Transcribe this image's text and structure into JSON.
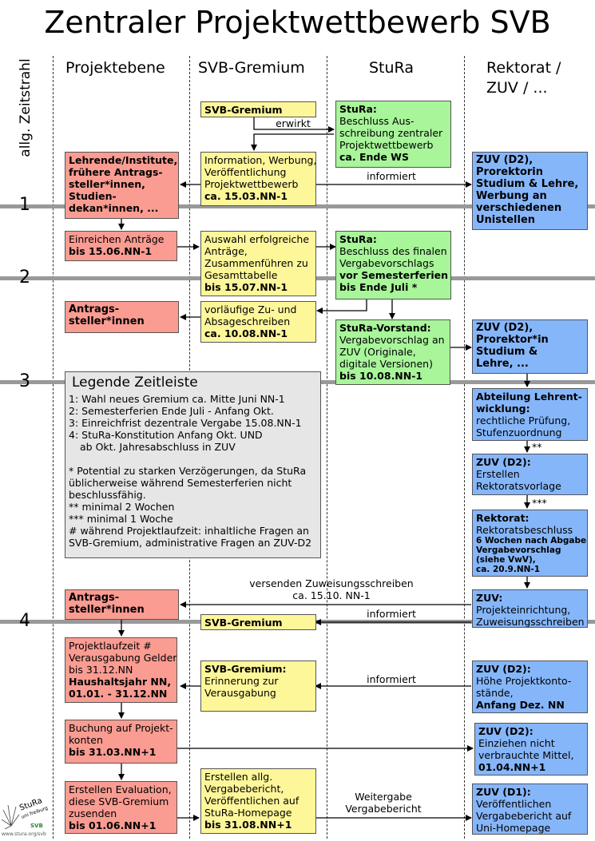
{
  "title": "Zentraler Projektwettbewerb SVB",
  "timeline_label": "allg. Zeitstrahl",
  "lanes": {
    "projekt": "Projektebene",
    "gremium": "SVB-Gremium",
    "stura": "StuRa",
    "rektorat": [
      "Rektorat /",
      "ZUV / ..."
    ]
  },
  "markers": [
    "1",
    "2",
    "3",
    "4"
  ],
  "boxes": {
    "y1": [
      "SVB-Gremium"
    ],
    "g1": [
      "StuRa:",
      "Beschluss Aus-",
      "schreibung zentraler",
      "Projektwettbewerb",
      "ca. Ende WS"
    ],
    "r1": [
      "Lehrende/Institute,",
      "frühere Antrags-",
      "steller*innen,",
      "Studien-",
      "dekan*innen, ..."
    ],
    "y2": [
      "Information, Werbung,",
      "Veröffentlichung",
      "Projektwettbewerb",
      "ca. 15.03.NN-1"
    ],
    "b1": [
      "ZUV (D2),",
      "Prorektorin",
      "Studium & Lehre,",
      "Werbung an",
      "verschiedenen",
      "Unistellen"
    ],
    "r2": [
      "Einreichen Anträge",
      "bis 15.06.NN-1"
    ],
    "y3": [
      "Auswahl erfolgreiche",
      "Anträge,",
      "Zusammenführen zu",
      "Gesamttabelle",
      "bis 15.07.NN-1"
    ],
    "g2": [
      "StuRa:",
      "Beschluss des finalen",
      "Vergabevorschlags",
      "vor Semesterferien",
      "bis Ende Juli *"
    ],
    "r3": [
      "Antrags-",
      "steller*innen"
    ],
    "y4": [
      "vorläufige Zu- und",
      "Absageschreiben",
      "ca. 10.08.NN-1"
    ],
    "g3": [
      "StuRa-Vorstand:",
      "Vergabevorschlag an",
      "ZUV (Originale,",
      "digitale Versionen)",
      "bis 10.08.NN-1"
    ],
    "b2": [
      "ZUV (D2),",
      "Prorektor*in",
      "Studium &",
      "Lehre, ..."
    ],
    "b3": [
      "Abteilung Lehrent-",
      "wicklung:",
      "rechtliche Prüfung,",
      "Stufenzuordnung"
    ],
    "b4": [
      "ZUV (D2):",
      "Erstellen",
      "Rektoratsvorlage"
    ],
    "b5": [
      "Rektorat:",
      "Rektoratsbeschluss",
      "6 Wochen nach Abgabe",
      "Vergabevorschlag",
      "(siehe VwV),",
      "ca. 20.9.NN-1"
    ],
    "r4": [
      "Antrags-",
      "steller*innen"
    ],
    "b6": [
      "ZUV:",
      "Projekteinrichtung,",
      "Zuweisungsschreiben"
    ],
    "y5": [
      "SVB-Gremium"
    ],
    "r5": [
      "Projektlaufzeit #",
      "Verausgabung Gelder",
      "bis 31.12.NN",
      "Haushaltsjahr NN,",
      "01.01. - 31.12.NN"
    ],
    "y6": [
      "SVB-Gremium:",
      "Erinnerung zur",
      "Verausgabung"
    ],
    "b7": [
      "ZUV (D2):",
      "Höhe Projektkonto-",
      "stände,",
      "Anfang Dez. NN"
    ],
    "r6": [
      "Buchung auf Projekt-",
      "konten",
      "bis 31.03.NN+1"
    ],
    "b8": [
      "ZUV (D2):",
      "Einziehen nicht",
      "verbrauchte Mittel,",
      "01.04.NN+1"
    ],
    "r7": [
      "Erstellen Evaluation,",
      "diese SVB-Gremium",
      "zusenden",
      "bis 01.06.NN+1"
    ],
    "y7": [
      "Erstellen allg.",
      "Vergabebericht,",
      "Veröffentlichen auf",
      "StuRa-Homepage",
      "bis 31.08.NN+1"
    ],
    "b9": [
      "ZUV (D1):",
      "Veröffentlichen",
      "Vergabebericht auf",
      "Uni-Homepage"
    ]
  },
  "legend": {
    "title": "Legende Zeitleiste",
    "lines": [
      "1: Wahl neues Gremium ca. Mitte Juni NN-1",
      "2: Semesterferien Ende Juli - Anfang Okt.",
      "3: Einreichfrist dezentrale Vergabe 15.08.NN-1",
      "4: StuRa-Konstitution Anfang Okt. UND",
      "    ab Okt. Jahresabschluss in ZUV",
      "",
      "* Potential zu starken Verzögerungen, da StuRa",
      "üblicherweise während Semesterferien nicht",
      "beschlussfähig.",
      "** minimal 2 Wochen",
      "*** minimal 1 Woche",
      "# während Projektlaufzeit: inhaltliche Fragen an",
      "SVB-Gremium, administrative Fragen an ZUV-D2"
    ]
  },
  "arrow_labels": {
    "erwirkt": "erwirkt",
    "informiert1": "informiert",
    "star2": "**",
    "star3": "***",
    "versenden": [
      "versenden Zuweisungsschreiben",
      "ca. 15.10. NN-1"
    ],
    "informiert2": "informiert",
    "informiert3": "informiert",
    "weitergabe": [
      "Weitergabe",
      "Vergabebericht"
    ]
  },
  "logo": {
    "brand": "StuRa",
    "sub": "uni freiburg",
    "svb": "SVB",
    "url": "www.stura.org/svb"
  }
}
